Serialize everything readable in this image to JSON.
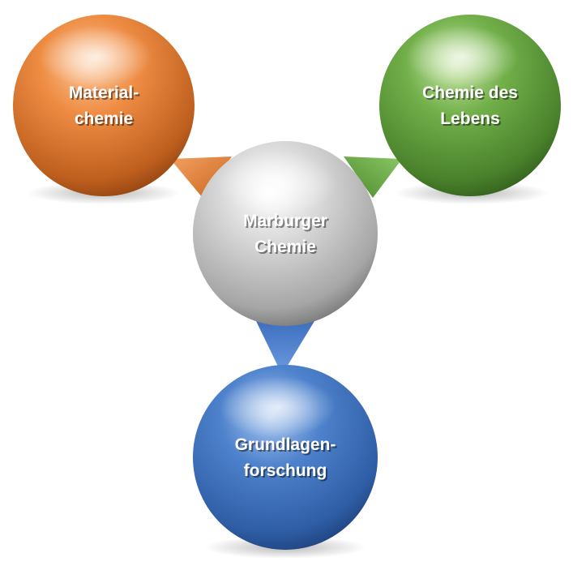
{
  "center": {
    "lines": [
      "Marburger",
      "Chemie"
    ],
    "color": "#c9c9c9"
  },
  "spheres": [
    {
      "id": "materialchemie",
      "lines": [
        "Material-",
        "chemie"
      ],
      "color": "#e07a2e"
    },
    {
      "id": "chemie-des-lebens",
      "lines": [
        "Chemie des",
        "Lebens"
      ],
      "color": "#5b9a3a"
    },
    {
      "id": "grundlagenforschung",
      "lines": [
        "Grundlagen-",
        "forschung"
      ],
      "color": "#3a6cb8"
    }
  ]
}
